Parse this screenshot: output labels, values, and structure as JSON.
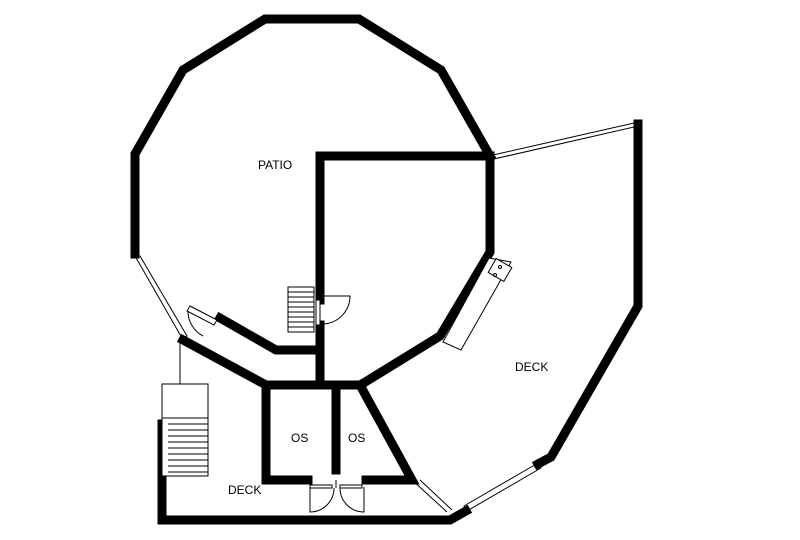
{
  "plan": {
    "background_color": "#ffffff",
    "wall_color": "#000000",
    "rooms": [
      {
        "id": "patio",
        "label": "PATIO"
      },
      {
        "id": "deck-east",
        "label": "DECK"
      },
      {
        "id": "deck-south",
        "label": "DECK"
      },
      {
        "id": "os-left",
        "label": "OS"
      },
      {
        "id": "os-right",
        "label": "OS"
      }
    ],
    "fixtures": [
      {
        "id": "stair-upper",
        "type": "stairs"
      },
      {
        "id": "stair-lower",
        "type": "stairs"
      },
      {
        "id": "sink",
        "type": "double-sink"
      }
    ]
  }
}
